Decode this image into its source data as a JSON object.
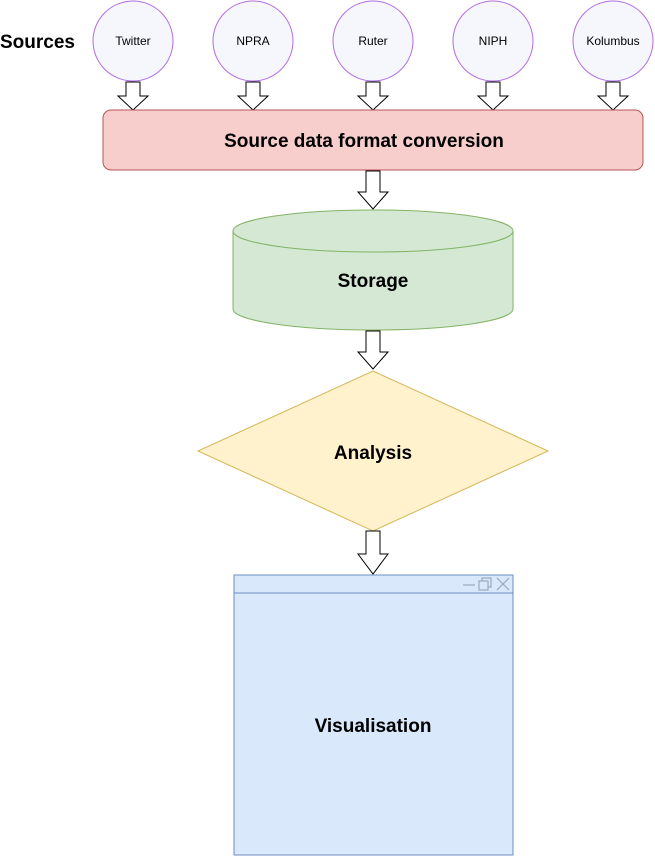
{
  "sources_heading": "Sources",
  "sources": [
    {
      "label": "Twitter"
    },
    {
      "label": "NPRA"
    },
    {
      "label": "Ruter"
    },
    {
      "label": "NIPH"
    },
    {
      "label": "Kolumbus"
    }
  ],
  "conversion": {
    "label": "Source data format conversion"
  },
  "storage": {
    "label": "Storage"
  },
  "analysis": {
    "label": "Analysis"
  },
  "visualisation": {
    "label": "Visualisation",
    "window_controls": [
      "minimize-icon",
      "restore-icon",
      "close-icon"
    ]
  },
  "colors": {
    "source_fill": "#f5f7fd",
    "source_stroke": "#b26ee5",
    "conversion_fill": "#f8cecc",
    "conversion_stroke": "#b85450",
    "storage_fill": "#d5e8d4",
    "storage_stroke": "#82b366",
    "analysis_fill": "#fff2cc",
    "analysis_stroke": "#d6b656",
    "visualisation_fill": "#dae8fc",
    "visualisation_stroke": "#6c8ebf"
  }
}
